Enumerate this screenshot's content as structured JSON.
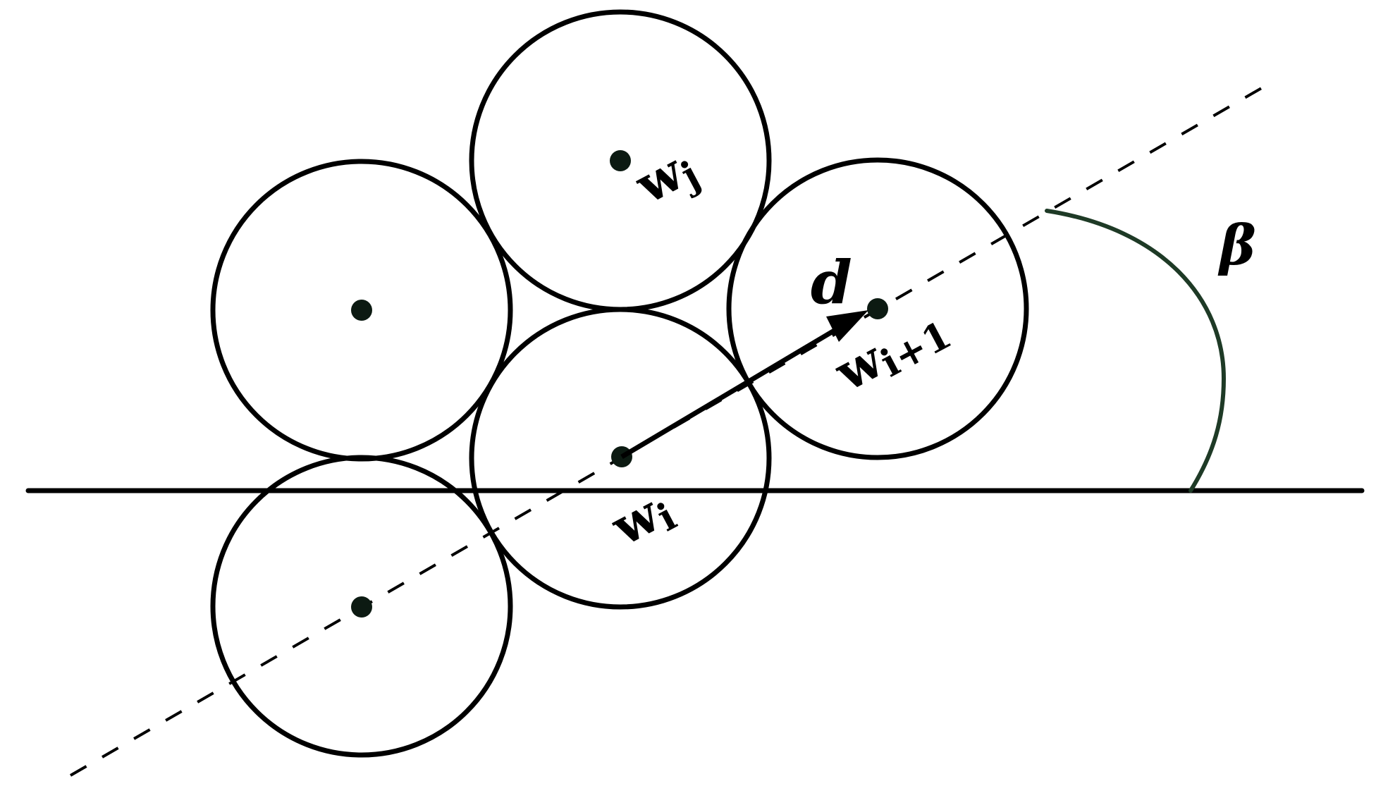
{
  "labels": {
    "w_j": {
      "base": "w",
      "sub": "j"
    },
    "w_i": {
      "base": "w",
      "sub": "i"
    },
    "w_i1": {
      "base": "w",
      "sub": "i+1"
    },
    "d": "d",
    "beta": "β"
  },
  "colors": {
    "stroke": "#000000",
    "center_dot": "#0c1a12",
    "angle_arc": "#1e3a26"
  }
}
